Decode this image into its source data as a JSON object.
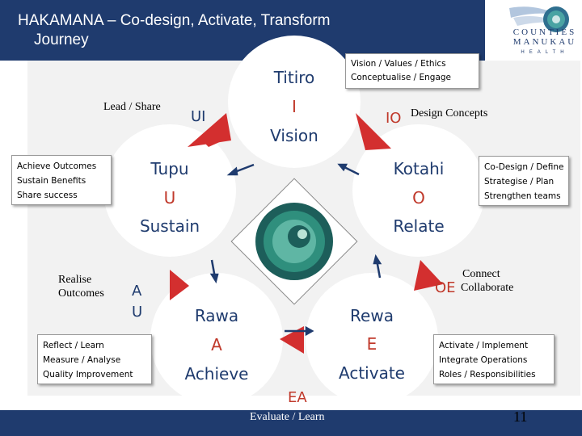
{
  "title": {
    "line1": "HAKAMANA – Co-design, Activate, Transform",
    "line2": "Journey"
  },
  "logo": {
    "name_line1": "COUNTIES",
    "name_line2": "MANUKAU",
    "subtitle": "HEALTH"
  },
  "page_number": "11",
  "stages": {
    "titiro": {
      "word": "Titiro",
      "letter": "I",
      "theme": "Vision"
    },
    "kotahi": {
      "word": "Kotahi",
      "letter": "O",
      "theme": "Relate"
    },
    "rewa": {
      "word": "Rewa",
      "letter": "E",
      "theme": "Activate"
    },
    "rawa": {
      "word": "Rawa",
      "letter": "A",
      "theme": "Achieve"
    },
    "tupu": {
      "word": "Tupu",
      "letter": "U",
      "theme": "Sustain"
    }
  },
  "transitions": {
    "ui": "UI",
    "io": {
      "code": "IO",
      "label": "Design Concepts"
    },
    "oe": {
      "code": "OE",
      "label_line1": "Connect",
      "label_line2": "Collaborate"
    },
    "ea": {
      "code": "EA",
      "label": "Evaluate / Learn"
    },
    "au": {
      "code_line1": "A",
      "code_line2": "U",
      "label_line1": "Realise",
      "label_line2": "Outcomes"
    },
    "lead_share": "Lead / Share"
  },
  "boxes": {
    "vision": [
      "Vision / Values / Ethics",
      "Conceptualise / Engage"
    ],
    "codesign": [
      "Co-Design / Define",
      "Strategise / Plan",
      "Strengthen teams"
    ],
    "activate": [
      "Activate / Implement",
      "Integrate Operations",
      "Roles / Responsibilities"
    ],
    "reflect": [
      "Reflect / Learn",
      "Measure / Analyse",
      "Quality Improvement"
    ],
    "achieve": [
      "Achieve Outcomes",
      "Sustain Benefits",
      "Share success"
    ]
  },
  "colors": {
    "navy": "#1f3b6e",
    "red": "#c0392b",
    "arrow_red": "#d32f2f"
  }
}
